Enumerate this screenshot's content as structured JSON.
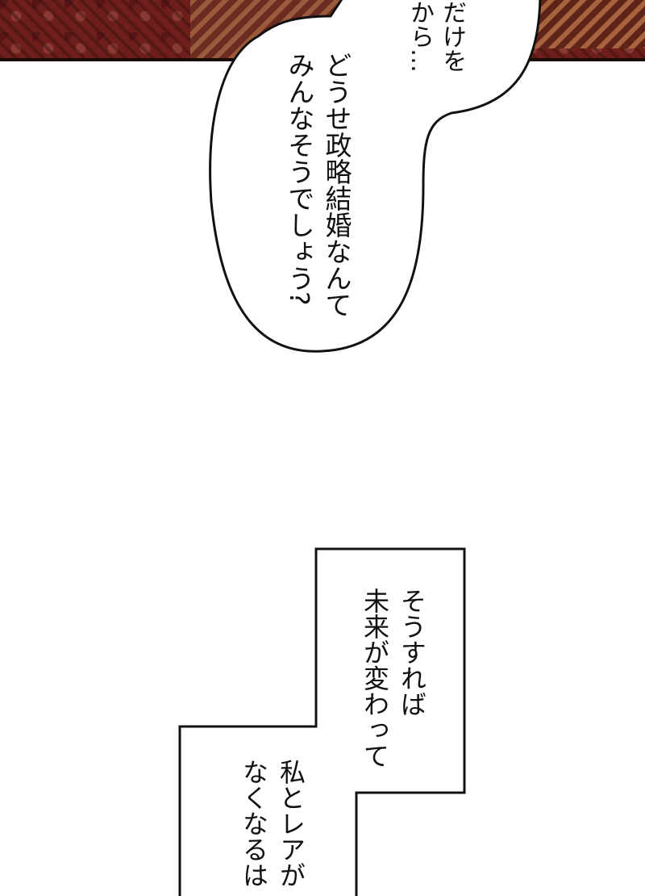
{
  "panel_top": {
    "bubble_1": {
      "lines": [
        "だけを",
        "から…"
      ]
    },
    "bubble_2": {
      "lines": [
        "どうせ政略結婚なんて",
        "みんなそうでしょう?"
      ]
    }
  },
  "panel_bottom": {
    "box_1": {
      "lines": [
        "そうすれば",
        "未来が変わって"
      ]
    },
    "box_2": {
      "lines": [
        "私とレアが",
        "なくなるは"
      ]
    }
  }
}
